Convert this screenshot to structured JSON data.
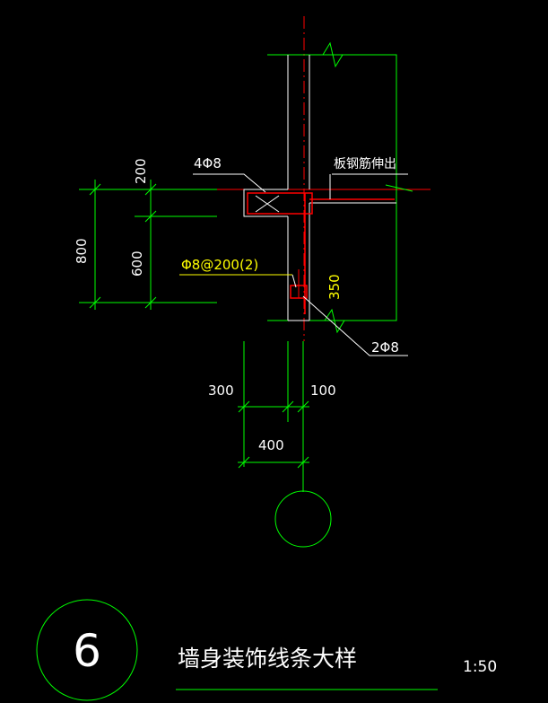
{
  "labels": {
    "rebar_top": "4Φ8",
    "slab_rebar_note": "板钢筋伸出",
    "stirrup": "Φ8@200(2)",
    "rebar_bottom": "2Φ8"
  },
  "dimensions": {
    "dim_200": "200",
    "dim_800": "800",
    "dim_600": "600",
    "dim_350": "350",
    "dim_300": "300",
    "dim_100": "100",
    "dim_400": "400"
  },
  "title_block": {
    "detail_number": "6",
    "title": "墙身装饰线条大样",
    "scale": "1:50"
  },
  "colors": {
    "background": "#000000",
    "linework": "#00ff00",
    "concrete": "#ffffff",
    "rebar": "#ff0000",
    "highlight": "#ffff00"
  }
}
